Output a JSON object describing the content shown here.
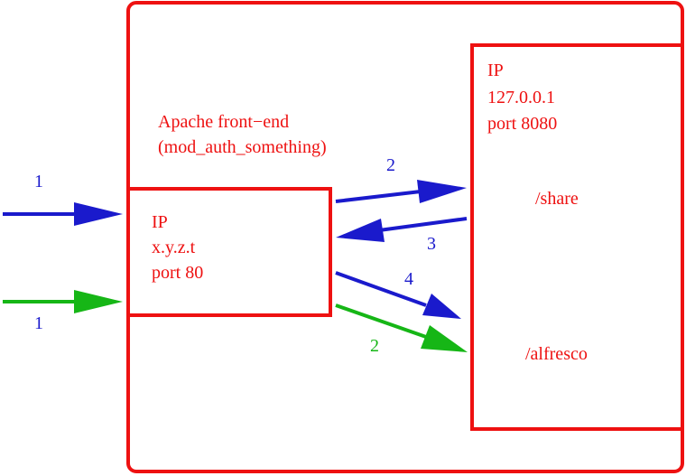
{
  "colors": {
    "box": "#ee1111",
    "text": "#ee1111",
    "blue_arrow": "#1a1acc",
    "green_arrow": "#16b616"
  },
  "apache": {
    "title_line1": "Apache front−end",
    "title_line2": "(mod_auth_something)",
    "ip_label": "IP",
    "ip_value": "x.y.z.t",
    "port": "port 80"
  },
  "tomcat": {
    "ip_label": "IP",
    "ip_value": "127.0.0.1",
    "port": "port 8080",
    "share": "/share",
    "alfresco": "/alfresco"
  },
  "arrows": {
    "in_blue_label": "1",
    "in_green_label": "1",
    "to_share_label": "2",
    "from_share_label": "3",
    "to_alfresco_blue_label": "4",
    "to_alfresco_green_label": "2"
  }
}
